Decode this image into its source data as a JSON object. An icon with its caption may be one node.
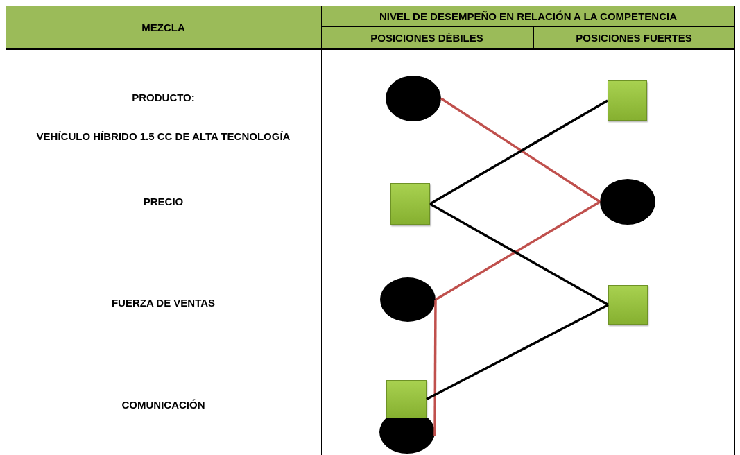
{
  "diagram": {
    "nodes": [
      {
        "text": [],
        "shape": "ellipse"
      },
      {
        "text": [],
        "shape": "square"
      },
      {
        "text": [],
        "shape": "square"
      },
      {
        "text": [],
        "shape": "ellipse"
      },
      {
        "text": [],
        "shape": "ellipse"
      },
      {
        "text": [],
        "shape": "square"
      },
      {
        "text": [],
        "shape": "square"
      },
      {
        "text": [],
        "shape": "ellipse"
      }
    ],
    "edges": [
      {
        "from": 0,
        "to": 3,
        "arrow": "none",
        "color": "#c0504d"
      },
      {
        "from": 3,
        "to": 4,
        "arrow": "none",
        "color": "#c0504d"
      },
      {
        "from": 4,
        "to": 7,
        "arrow": "none",
        "color": "#c0504d"
      },
      {
        "from": 1,
        "to": 2,
        "arrow": "none",
        "color": "#000000"
      },
      {
        "from": 2,
        "to": 5,
        "arrow": "none",
        "color": "#000000"
      },
      {
        "from": 5,
        "to": 6,
        "arrow": "none",
        "color": "#000000"
      }
    ],
    "labels": [
      "MEZCLA",
      "NIVEL DE DESEMPEÑO EN RELACIÓN A LA COMPETENCIA",
      "POSICIONES DÉBILES",
      "POSICIONES FUERTES",
      "PRODUCTO:",
      "VEHÍCULO HÍBRIDO 1.5 CC DE ALTA TECNOLOGÍA",
      "PRECIO",
      "FUERZA DE VENTAS",
      "COMUNICACIÓN"
    ]
  }
}
